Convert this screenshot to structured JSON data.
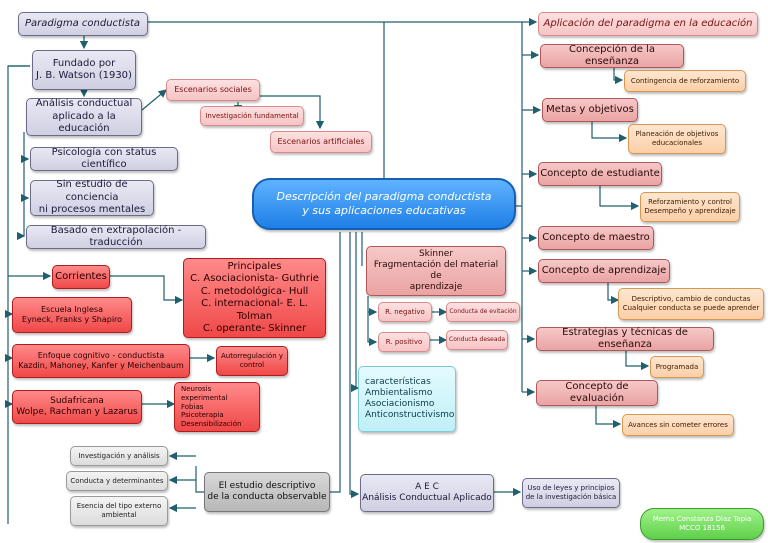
{
  "center": "Descripción del paradigma conductista\ny sus aplicaciones educativas",
  "left": {
    "title": "Paradigma conductista",
    "fundado": "Fundado por\nJ. B. Watson (1930)",
    "analisis": "Análisis conductual\naplicado a la educación",
    "escenarios_sociales": "Escenarios sociales",
    "investigacion_fundamental": "Investigación fundamental",
    "escenarios_artificiales": "Escenarios artificiales",
    "psicologia": "Psicología con status científico",
    "sin_estudio": "Sin estudio de conciencia\nni procesos mentales",
    "basado": "Basado en extrapolación - traducción"
  },
  "corrientes": {
    "label": "Corrientes",
    "escuela_inglesa": "Escuela Inglesa\nEyneck, Franks y Shapiro",
    "enfoque": "Enfoque cognitivo - conductista\nKazdin, Mahoney, Kanfer y Meichenbaum",
    "autorregulacion": "Autorregulación y\ncontrol",
    "sudafricana": "Sudafricana\nWolpe, Rachman y Lazarus",
    "neurosis": "Neurosis experimental\nFobias\nPsicoterapia\nDesensibilización",
    "principales": "Principales\nC. Asociacionista- Guthrie\nC. metodológica- Hull\nC. internacional- E. L. Tolman\nC. operante- Skinner"
  },
  "bottom": {
    "investigacion_analisis": "Investigación y análisis",
    "conducta_determinantes": "Conducta y determinantes",
    "esencia": "Esencia del tipo externo\nambiental",
    "estudio_descriptivo": "El estudio descriptivo\nde la conducta observable",
    "aec": "A E C\nAnálisis Conductual Aplicado",
    "uso_leyes": "Uso de leyes y principios\nde la investigación básica"
  },
  "middle": {
    "skinner": "Skinner\nFragmentación del material de\naprendizaje",
    "r_negativo": "R. negativo",
    "conducta_evitacion": "Conducta de evitación",
    "r_positivo": "R. positivo",
    "conducta_deseada": "Conducta deseada",
    "caracteristicas": "características\nAmbientalismo\nAsociacionismo\nAnticonstructivismo"
  },
  "right": {
    "aplicacion": "Aplicación del paradigma en la educación",
    "concepcion": "Concepción de la enseñanza",
    "contingencia": "Contingencia de reforzamiento",
    "metas": "Metas y objetivos",
    "planeacion": "Planeación de objetivos\neducacionales",
    "concepto_estudiante": "Concepto de estudiante",
    "reforzamiento": "Reforzamiento y control\nDesempeño y aprendizaje",
    "concepto_maestro": "Concepto de maestro",
    "concepto_aprendizaje": "Concepto de aprendizaje",
    "descriptivo": "Descriptivo, cambio de conductas\nCualquier conducta se puede aprender",
    "estrategias": "Estrategias y técnicas de enseñanza",
    "programada": "Programada",
    "concepto_evaluacion": "Concepto de evaluación",
    "avances": "Avances sin cometer errores"
  },
  "author": "Merna Constanza Diaz Tapia\nMCCO 18156",
  "colors": {
    "line": "#1f5f6e",
    "center": "#1f7fe6",
    "red": "#f04848",
    "lavender": "#cfcfe2",
    "peach": "#fbcfa8",
    "green": "#5fd04a"
  }
}
